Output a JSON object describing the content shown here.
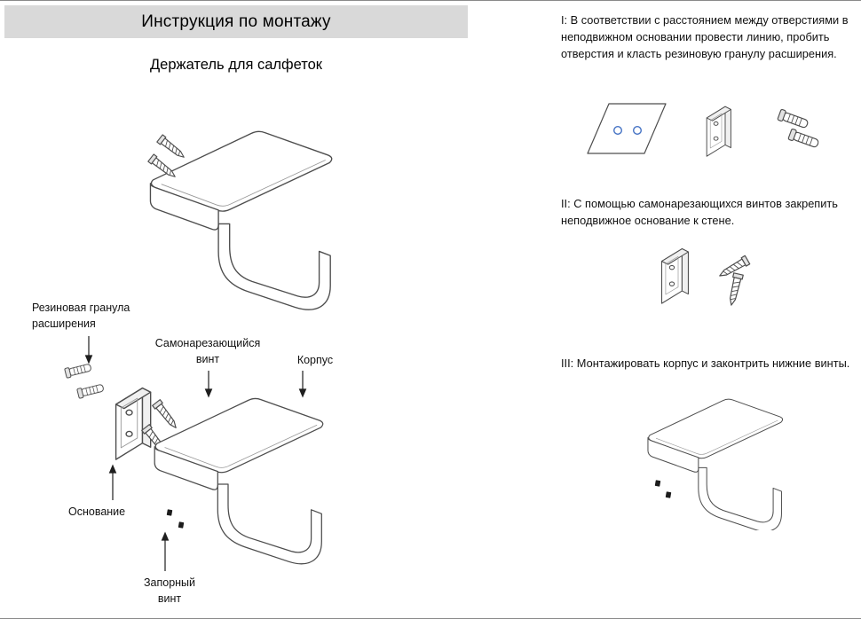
{
  "page": {
    "title": "Инструкция по монтажу",
    "subtitle": "Держатель для салфеток"
  },
  "part_labels": {
    "rubber_granule": "Резиновая гранула расширения",
    "self_tapping_screw": "Самонарезающийся винт",
    "body": "Корпус",
    "base": "Основание",
    "locking_screw": "Запорный винт"
  },
  "steps": [
    {
      "numeral": "I",
      "text": "I: В соответствии с расстоянием между отверстиями в неподвижном основании провести линию, пробить отверстия и класть резиновую гранулу расширения."
    },
    {
      "numeral": "II",
      "text": "II: С помощью самонарезающихся винтов закрепить неподвижное основание к стене."
    },
    {
      "numeral": "III",
      "text": "III: Монтажировать корпус и законтрить нижние винты."
    }
  ],
  "colors": {
    "header_bg": "#d9d9d9",
    "line_art": "#4d4d4d",
    "hole_accent": "#4472c4",
    "text": "#111111"
  }
}
